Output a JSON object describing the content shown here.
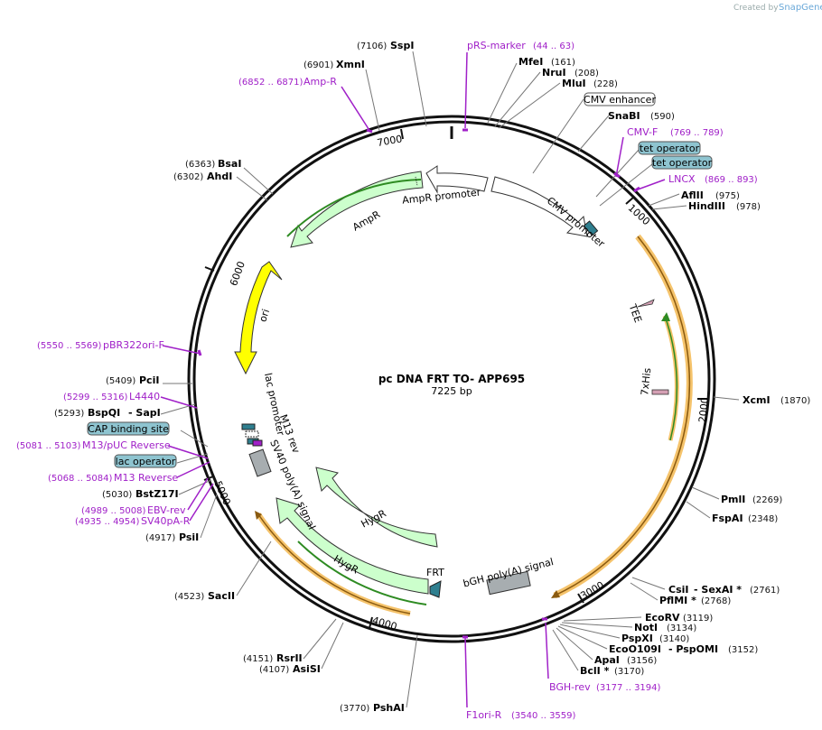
{
  "credit": {
    "prefix": "Created by",
    "brand": "SnapGene"
  },
  "plasmid": {
    "name": "pc DNA FRT TO- APP695",
    "length_label": "7225 bp"
  },
  "ruler": [
    "7000",
    "1000",
    "2000",
    "3000",
    "4000",
    "5000",
    "6000"
  ],
  "features": {
    "ampr_promoter": "AmpR promoter",
    "ampr": "AmpR",
    "cmv_promoter": "CMV promoter",
    "ori": "ori",
    "tee": "TEE",
    "his": "7xHis",
    "lac_promoter": "lac promoter",
    "m13rev": "M13 rev",
    "sv40": "SV40 poly(A) signal",
    "hygr1": "HygR",
    "hygr2": "HygR",
    "frt": "FRT",
    "bgh": "bGH poly(A) signal"
  },
  "boxed": {
    "cmv_enhancer": "CMV enhancer",
    "tet1": "tet operator",
    "tet2": "tet operator",
    "cap": "CAP binding site",
    "lac_op": "lac operator"
  },
  "sites": {
    "sspi": {
      "num": "(7106)",
      "name": "SspI"
    },
    "xmni": {
      "num": "(6901)",
      "name": "XmnI"
    },
    "bsai": {
      "num": "(6363)",
      "name": "BsaI"
    },
    "ahdi": {
      "num": "(6302)",
      "name": "AhdI"
    },
    "pcii": {
      "num": "(5409)",
      "name": "PciI"
    },
    "bspqi": {
      "num": "(5293)",
      "name": "BspQI",
      "extra": "- SapI"
    },
    "bstz17i": {
      "num": "(5030)",
      "name": "BstZ17I"
    },
    "psii": {
      "num": "(4917)",
      "name": "PsiI"
    },
    "sacii": {
      "num": "(4523)",
      "name": "SacII"
    },
    "rsrii": {
      "num": "(4151)",
      "name": "RsrII"
    },
    "asisi": {
      "num": "(4107)",
      "name": "AsiSI"
    },
    "pshai": {
      "num": "(3770)",
      "name": "PshAI"
    },
    "mfei": {
      "num": "(161)",
      "name": "MfeI"
    },
    "nrui": {
      "num": "(208)",
      "name": "NruI"
    },
    "mlui": {
      "num": "(228)",
      "name": "MluI"
    },
    "snabi": {
      "num": "(590)",
      "name": "SnaBI"
    },
    "aflii": {
      "num": "(975)",
      "name": "AflII"
    },
    "hindiii": {
      "num": "(978)",
      "name": "HindIII"
    },
    "xcmi": {
      "num": "(1870)",
      "name": "XcmI"
    },
    "pmli": {
      "num": "(2269)",
      "name": "PmlI"
    },
    "fspai": {
      "num": "(2348)",
      "name": "FspAI"
    },
    "csii": {
      "num": "(2761)",
      "name": "CsiI",
      "extra": "- SexAI *"
    },
    "pflmi": {
      "num": "(2768)",
      "name": "PflMI *"
    },
    "ecorv": {
      "num": "(3119)",
      "name": "EcoRV"
    },
    "noti": {
      "num": "(3134)",
      "name": "NotI"
    },
    "pspxi": {
      "num": "(3140)",
      "name": "PspXI"
    },
    "ecoo109i": {
      "num": "(3152)",
      "name": "EcoO109I",
      "extra": "- PspOMI"
    },
    "apai": {
      "num": "(3156)",
      "name": "ApaI"
    },
    "bcli": {
      "num": "(3170)",
      "name": "BclI *"
    }
  },
  "primers": {
    "prs": {
      "name": "pRS-marker",
      "range": "(44 .. 63)"
    },
    "ampr": {
      "name": "Amp-R",
      "range": "(6852 .. 6871)"
    },
    "cmvf": {
      "name": "CMV-F",
      "range": "(769 .. 789)"
    },
    "lncx": {
      "name": "LNCX",
      "range": "(869 .. 893)"
    },
    "pbr": {
      "name": "pBR322ori-F",
      "range": "(5550 .. 5569)"
    },
    "l4440": {
      "name": "L4440",
      "range": "(5299 .. 5316)"
    },
    "m13puc": {
      "name": "M13/pUC Reverse",
      "range": "(5081 .. 5103)"
    },
    "m13r": {
      "name": "M13 Reverse",
      "range": "(5068 .. 5084)"
    },
    "ebv": {
      "name": "EBV-rev",
      "range": "(4989 .. 5008)"
    },
    "sv40pa": {
      "name": "SV40pA-R",
      "range": "(4935 .. 4954)"
    },
    "bgh": {
      "name": "BGH-rev",
      "range": "(3177 .. 3194)"
    },
    "f1ori": {
      "name": "F1ori-R",
      "range": "(3540 .. 3559)"
    }
  },
  "colors": {
    "backbone": "#111111",
    "primer": "#a020c8",
    "arrow_green": "#ccffcc",
    "ori_yellow": "#ffff00",
    "orf_orange": "#f5c36b",
    "orf_green": "#2e8b22",
    "box_blue": "#8ec4d0",
    "polyA_gray": "#a7adb0",
    "promoter_white": "#ffffff",
    "teal": "#2f7f8f",
    "pink": "#d5a0b5"
  }
}
